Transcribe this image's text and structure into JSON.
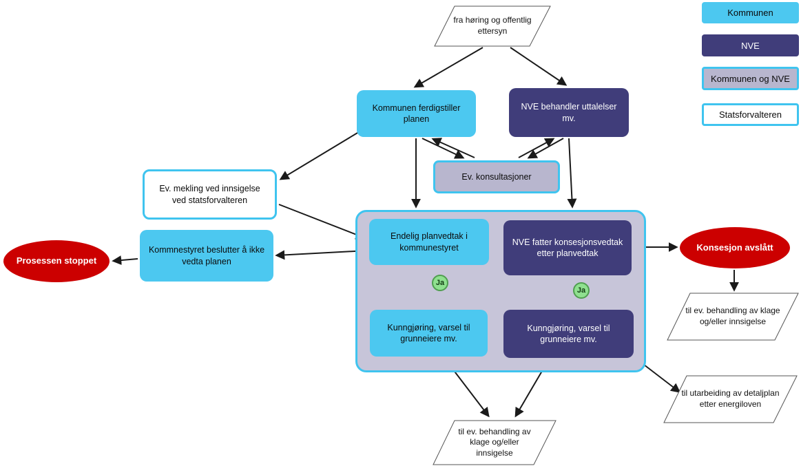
{
  "legend": {
    "items": [
      {
        "label": "Kommunen"
      },
      {
        "label": "NVE"
      },
      {
        "label": "Kommunen og NVE"
      },
      {
        "label": "Statsforvalteren"
      }
    ]
  },
  "nodes": {
    "fra_horing": "fra høring og offentlig ettersyn",
    "kommunen_ferdigstiller": "Kommunen ferdigstiller planen",
    "nve_behandler": "NVE behandler uttalelser mv.",
    "ev_konsultasjoner": "Ev. konsultasjoner",
    "ev_mekling": "Ev. mekling ved innsigelse ved statsforvalteren",
    "endelig_planvedtak": "Endelig planvedtak i kommunestyret",
    "nve_fatter_konsesjonsvedtak": "NVE fatter konsesjonsvedtak etter planvedtak",
    "kunngjoring_kommune": "Kunngjøring, varsel til grunneiere mv.",
    "kunngjoring_nve": "Kunngjøring, varsel til grunneiere mv.",
    "ja": "Ja",
    "kommunestyret_beslutter": "Kommnestyret beslutter å ikke vedta planen",
    "prosessen_stoppet": "Prosessen stoppet",
    "konsesjon_avslatt": "Konsesjon avslått",
    "til_behandling_klage_hoyre": "til ev. behandling av klage og/eller innsigelse",
    "til_utarbeiding_detaljplan": "til utarbeiding av detaljplan etter energiloven",
    "til_behandling_klage_bunn": "til ev. behandling av klage og/eller innsigelse"
  },
  "colors": {
    "kommunen_cyan": "#4cc8f0",
    "nve_purple": "#403d7a",
    "kommunen_og_nve_fill": "#b8b6ce",
    "cyan_border": "#3fc4ef",
    "stop_red": "#cc0000",
    "ja_green": "#8fe08f",
    "arrow_black": "#1a1a1a"
  }
}
